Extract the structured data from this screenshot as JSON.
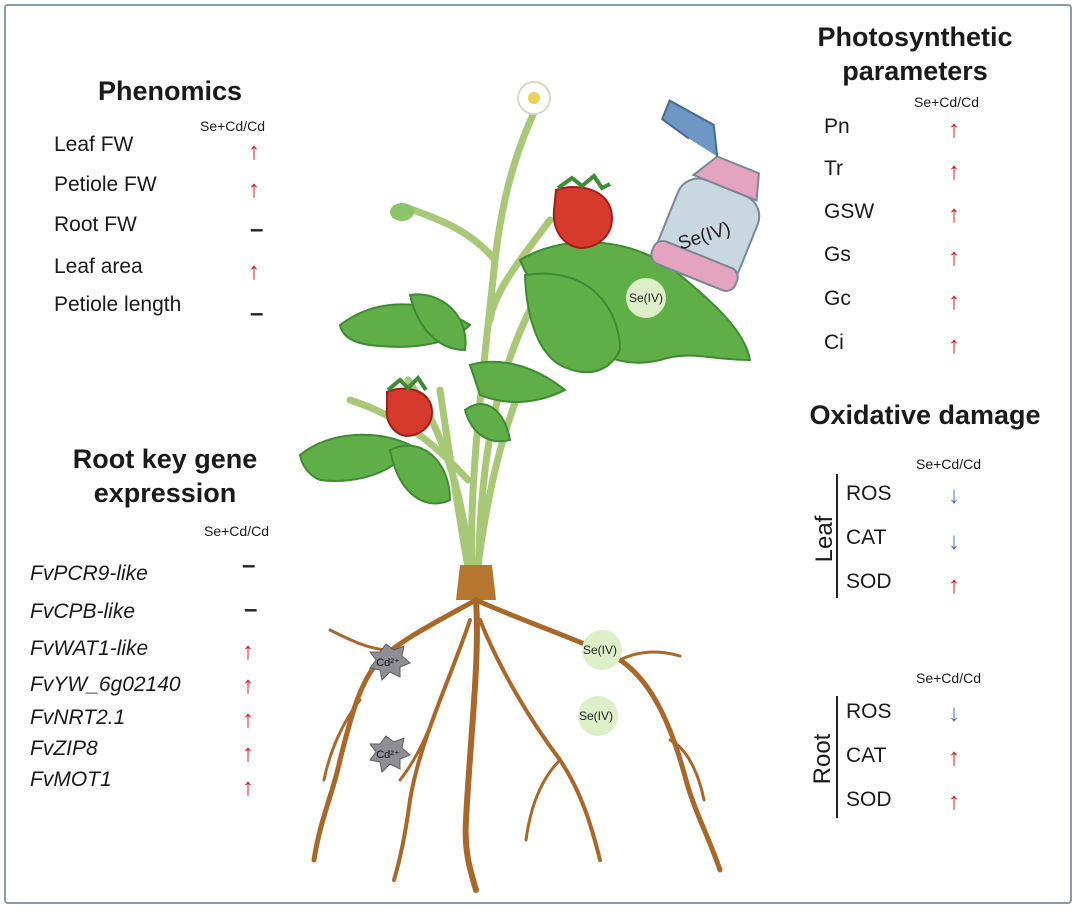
{
  "ratio_label": "Se+Cd/Cd",
  "colors": {
    "increase": "#d0202a",
    "decrease": "#4f6fc4",
    "no_change": "#222222"
  },
  "phenomics": {
    "title": "Phenomics",
    "rows": [
      {
        "label": "Leaf FW",
        "change": "up",
        "symbol": "↑"
      },
      {
        "label": "Petiole FW",
        "change": "up",
        "symbol": "↑"
      },
      {
        "label": "Root FW",
        "change": "none",
        "symbol": "–"
      },
      {
        "label": "Leaf area",
        "change": "up",
        "symbol": "↑"
      },
      {
        "label": "Petiole length",
        "change": "none",
        "symbol": "–"
      }
    ]
  },
  "photosynthetic": {
    "title_line1": "Photosynthetic",
    "title_line2": "parameters",
    "rows": [
      {
        "label": "Pn",
        "change": "up",
        "symbol": "↑"
      },
      {
        "label": "Tr",
        "change": "up",
        "symbol": "↑"
      },
      {
        "label": "GSW",
        "change": "up",
        "symbol": "↑"
      },
      {
        "label": "Gs",
        "change": "up",
        "symbol": "↑"
      },
      {
        "label": "Gc",
        "change": "up",
        "symbol": "↑"
      },
      {
        "label": "Ci",
        "change": "up",
        "symbol": "↑"
      }
    ]
  },
  "genes": {
    "title_line1": "Root key gene",
    "title_line2": "expression",
    "rows": [
      {
        "label": "FvPCR9-like",
        "change": "none",
        "symbol": "–"
      },
      {
        "label": "FvCPB-like",
        "change": "none",
        "symbol": "–"
      },
      {
        "label": "FvWAT1-like",
        "change": "up",
        "symbol": "↑"
      },
      {
        "label": "FvYW_6g02140",
        "change": "up",
        "symbol": "↑"
      },
      {
        "label": "FvNRT2.1",
        "change": "up",
        "symbol": "↑"
      },
      {
        "label": "FvZIP8",
        "change": "up",
        "symbol": "↑"
      },
      {
        "label": "FvMOT1",
        "change": "up",
        "symbol": "↑"
      }
    ]
  },
  "oxidative": {
    "title": "Oxidative damage",
    "leaf": {
      "group": "Leaf",
      "rows": [
        {
          "label": "ROS",
          "change": "down",
          "symbol": "↓"
        },
        {
          "label": "CAT",
          "change": "down",
          "symbol": "↓"
        },
        {
          "label": "SOD",
          "change": "up",
          "symbol": "↑"
        }
      ]
    },
    "root": {
      "group": "Root",
      "rows": [
        {
          "label": "ROS",
          "change": "down",
          "symbol": "↓"
        },
        {
          "label": "CAT",
          "change": "up",
          "symbol": "↑"
        },
        {
          "label": "SOD",
          "change": "up",
          "symbol": "↑"
        }
      ]
    }
  },
  "illustration": {
    "spray_label": "Se(IV)",
    "leaf_marker": "Se(IV)",
    "root_marker_1": "Se(IV)",
    "root_marker_2": "Se(IV)",
    "cd_marker_1": "Cd²⁺",
    "cd_marker_2": "Cd²⁺"
  }
}
